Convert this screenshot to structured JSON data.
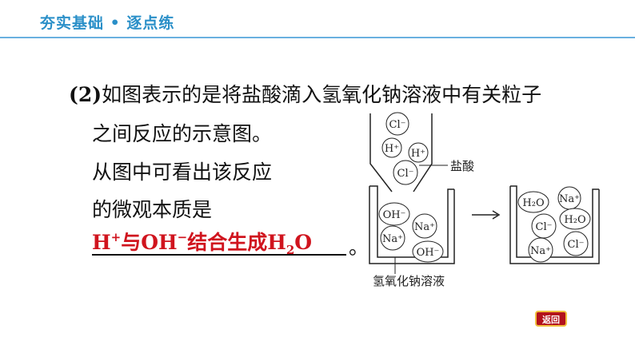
{
  "header": {
    "title": "夯实基础 • 逐点练"
  },
  "question": {
    "number": "(2)",
    "line1": "如图表示的是将盐酸滴入氢氧化钠溶液中有关粒子",
    "line2": "之间反应的示意图。",
    "line3": "从图中可看出该反应",
    "line4": "的微观本质是",
    "end_punct": "。"
  },
  "answer": {
    "h_plus_base": "H",
    "h_plus_charge": "+",
    "connector": "与OH",
    "oh_charge": "−",
    "suffix": "结合生成H",
    "water_sub": "2",
    "water_end": "O"
  },
  "diagram": {
    "hcl_label": "盐酸",
    "naoh_label": "氢氧化钠溶液",
    "dropper_ions": [
      "Cl⁻",
      "H⁺",
      "H⁺",
      "Cl⁻"
    ],
    "beaker_left_ions": [
      "OH⁻",
      "Na⁺",
      "Na⁺",
      "OH⁻"
    ],
    "beaker_right_ions": [
      "H₂O",
      "Na⁺",
      "Cl⁻",
      "H₂O",
      "Na⁺",
      "Cl⁻"
    ]
  },
  "nav": {
    "back_label": "返回"
  }
}
